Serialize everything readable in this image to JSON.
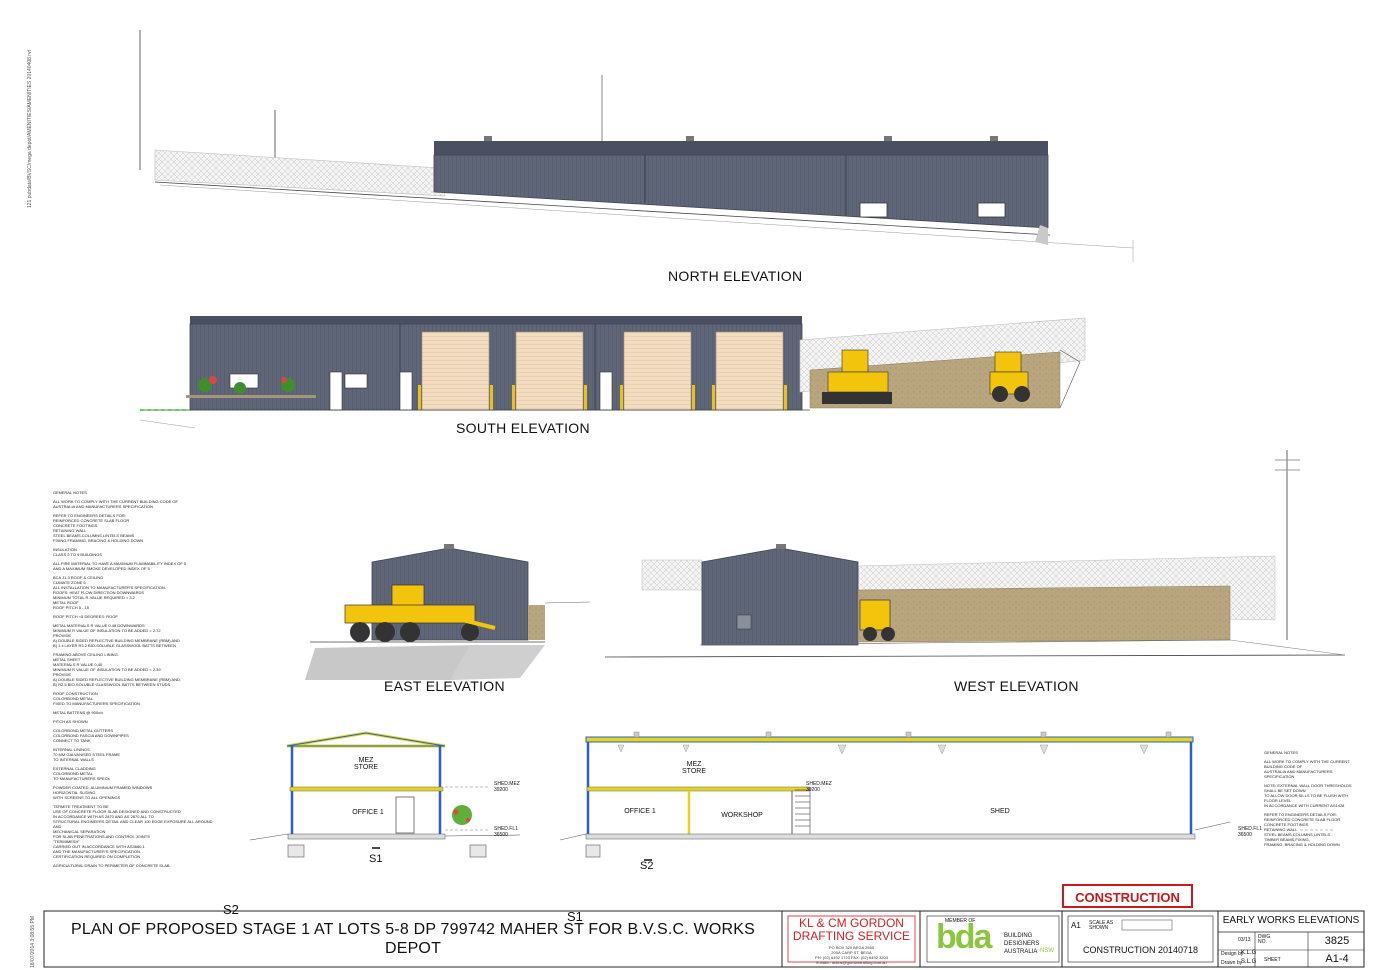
{
  "elevations": {
    "north": "NORTH ELEVATION",
    "south": "SOUTH ELEVATION",
    "east": "EAST ELEVATION",
    "west": "WEST ELEVATION"
  },
  "margin_path": "121 pubdata/BVSC/mega depot/AMENITIES/AMENITIES 20140408.rvt",
  "print_stamp": "18/07/2014 3:08:55 PM",
  "notes_left": [
    "GENERAL NOTES",
    "ALL WORK TO COMPLY WITH THE CURRENT BUILDING CODE OF\nAUSTRALIA AND MANUFACTURERS SPECIFICATION",
    "REFER TO ENGINEERS DETAILS FOR:\nREINFORCED CONCRETE SLAB FLOOR\nCONCRETE FOOTINGS\nRETAINING WALL\nSTEEL BEAMS,COLUMNS,LINTELS BEAMS\nFIXING,FRAMING, BRACING & HOLDING DOWN",
    "INSULATION\nCLASS 2 TO 9 BUILDINGS",
    "ALL FIRE MATERIAL TO HAVE A MAXIMUM FLAMMABILITY INDEX OF 5\nAND A MAXIMUM SMOKE DEVELOPED INDEX OF 5",
    "BCA J1.3 ROOF & CEILING\nCLIMATE ZONE 5\nALL INSTALLATION TO MANUFACTURER'S SPECIFICATION.\nROOFS: HEAT FLOW DIRECTION DOWNWARDS\nMINIMUM TOTAL R-VALUE REQUIRED = 3.2\nMETAL ROOF\nROOF PITCH 5 - 15",
    "ROOF PITCH <5 DEGREES: ROOF",
    "METAL MATERIALS R VALUE 0.48 DOWNWARDS\nMINIMUM R VALUE OF INSULATION TO BE ADDED = 2.72\nPROVIDE\nA)         DOUBLE SIDED REFLECTIVE BUILDING MEMBRANE (RBM) AND\nB)         1 x LAYER R3.2 BIO-SOLUBLE GLASSWOOL BATTS BETWEEN",
    "FRAMING ABOVE CEILING LINING.\nMETAL SHEET\nMATERIALS R VALUE 0.40\nMINIMUM R VALUE OF INSULATION TO BE ADDED = 2.39\nPROVIDE\nA) DOUBLE SIDED REFLECTIVE BUILDING MEMBRANE (RBM) AND,\nB) R2.5 BIO-SOLUBLE GLASSWOOL BATTS BETWEEN STUDS.",
    "ROOF CONSTRUCTION\nCOLORBOND METAL\nFIXED TO MANUFACTURERS SPECIFICATION",
    "METAL BATTENS @ 900c/c",
    "PITCH AS SHOWN",
    "COLORBOND METAL GUTTERS\nCOLORBOND FASCIA AND DOWNPIPES\nCONNECT TO TANK",
    "INTERNAL LININGS\n70 MM GALVANISED STEEL FRAME\nTO INTERNAL WALLS",
    "EXTERNAL CLADDING\nCOLORBOND METAL\nTO MANUFACTURERS SPECs",
    "POWDER COATED, ALUMINIUM FRAMED WINDOWS\nHORIZONTAL SLIDING\nWITH SCREENS TO ALL OPENINGS",
    "TERMITE TREATMENT TO BE\nUSE OF CONCRETE FLOOR SLAB DESIGNED AND CONSTRUCTED\nIN ACCORDANCE WITH AS 2870 AND AS 2870 ALL TO\nSTRUCTURAL ENGINEERS DETAIL AND CLEAR 100 EDGE EXPOSURE ALL AROUND\nAND\nMECHANICAL SEPARATION\nFOR SLAB PENETRATIONS AND CONTROL JOINTS\n\"TERMIMESH\"\nCARRIED OUT IN ACCORDANCE WITH AS3660.1\nAND THE MANUFACTURER'S SPECIFICATION.\nCERTIFICATION REQUIRED ON COMPLETION",
    "AGRICULTURAL DRAIN TO PERIMETER OF CONCRETE SLAB."
  ],
  "notes_right": [
    "GENERAL NOTES",
    "ALL WORK TO COMPLY WITH THE CURRENT\nBUILDING CODE OF\nAUSTRALIA AND MANUFACTURERS\nSPECIFICATION",
    "NOTE: EXTERNAL WALL DOOR THRESHOLDS\nSHALL BE SET DOWN\nTO ALLOW DOOR SILLS TO BE FLUSH WITH\nFLOOR LEVEL\nIN ACCORDANCE WITH CURRENT AS1428",
    "REFER TO ENGINEERS DETAILS FOR:\nREINFORCED CONCRETE SLAB FLOOR\nCONCRETE FOOTINGS\nRETAINING WALL\nSTEEL BEAMS,COLUMNS,LINTELS\nTIMBER BEAMS,FIXING,\nFRAMING, BRACING & HOLDING DOWN"
  ],
  "sections": {
    "left": {
      "mez": "MEZ\nSTORE",
      "office": "OFFICE 1",
      "level_mez": "SHED.MEZ\n39200",
      "level_fl": "SHED.FL1\n36500",
      "cut": "S1"
    },
    "right": {
      "mez": "MEZ\nSTORE",
      "office": "OFFICE 1",
      "workshop": "WORKSHOP",
      "shed": "SHED",
      "level_mez": "SHED.MEZ\n39200",
      "level_fl": "SHED.FL1\n36500",
      "cut": "S2"
    }
  },
  "title_block": {
    "cut_s2": "S2",
    "cut_s1": "S1",
    "stamp": "CONSTRUCTION",
    "main_title": "PLAN OF PROPOSED STAGE 1   AT LOTS 5-8  DP 799742 MAHER ST  FOR B.V.S.C. WORKS DEPOT",
    "company_line1": "KL & CM GORDON",
    "company_line2": "DRAFTING SERVICE",
    "company_details": "PO BOX 320 BEGA 2550\n200A CARP ST, BEGA\nPH: (02) 6492 1723   FAX: (02) 6492 3203\nE-MAIL: drklos@gordondrafting.com.au",
    "member_of": "MEMBER OF",
    "bda_logo": "bda",
    "bda_text": "BUILDING\nDESIGNERS\nAUSTRALIA",
    "bda_nsw": "NSW",
    "sheet_size": "A1",
    "scale_label": "SCALE AS\nSHOWN",
    "revision": "CONSTRUCTION 20140718",
    "drawing_name": "EARLY WORKS ELEVATIONS",
    "date_small": "03/13",
    "dwg_no_label": "DWG\nNO.",
    "dwg_no": "3825",
    "designed_by_label": "Design by",
    "designed_by": "K.L.G",
    "drawn_by_label": "Drawn by",
    "drawn_by": "S.L.G",
    "sheet_label": "SHEET",
    "sheet": "A1-4"
  },
  "colors": {
    "cladding": "#5f6678",
    "cladding_dark": "#4a5061",
    "roller_door": "#f3dcc0",
    "retaining": "#b9a57e",
    "machine": "#f2c40c",
    "stamp_red": "#c8191b",
    "company_red": "#d21f1f",
    "bda_green": "#8cc63f",
    "section_blue": "#2b5fd1",
    "section_yellow": "#e3d51e"
  }
}
